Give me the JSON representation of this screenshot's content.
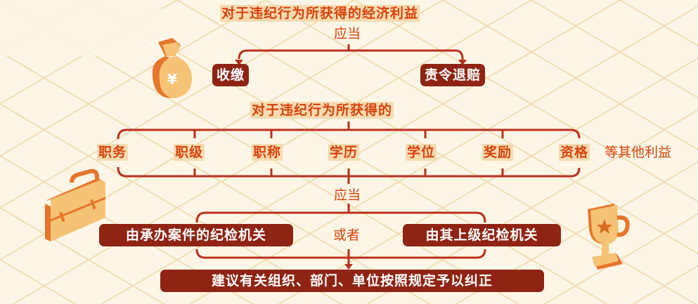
{
  "colors": {
    "background": "#fdf6e6",
    "accent_text": "#d8420c",
    "highlight_bg": "#f7dbb0",
    "box_bg": "#8f2414",
    "line": "#b8301c",
    "icon_light": "#f5c375",
    "icon_dark": "#e6762b"
  },
  "section1": {
    "title": "对于违纪行为所获得的经济利益",
    "connector": "应当",
    "options": [
      {
        "label": "收缴"
      },
      {
        "label": "责令退赔"
      }
    ]
  },
  "section2": {
    "title": "对于违纪行为所获得的",
    "items": [
      {
        "label": "职务"
      },
      {
        "label": "职级"
      },
      {
        "label": "职称"
      },
      {
        "label": "学历"
      },
      {
        "label": "学位"
      },
      {
        "label": "奖励"
      },
      {
        "label": "资格"
      }
    ],
    "suffix": "等其他利益",
    "connector": "应当",
    "authorities": [
      {
        "label": "由承办案件的纪检机关"
      },
      {
        "label": "由其上级纪检机关"
      }
    ],
    "or_label": "或者",
    "result": "建议有关组织、部门、单位按照规定予以纠正"
  },
  "icons": [
    "money-bag-icon",
    "briefcase-icon",
    "trophy-icon"
  ]
}
